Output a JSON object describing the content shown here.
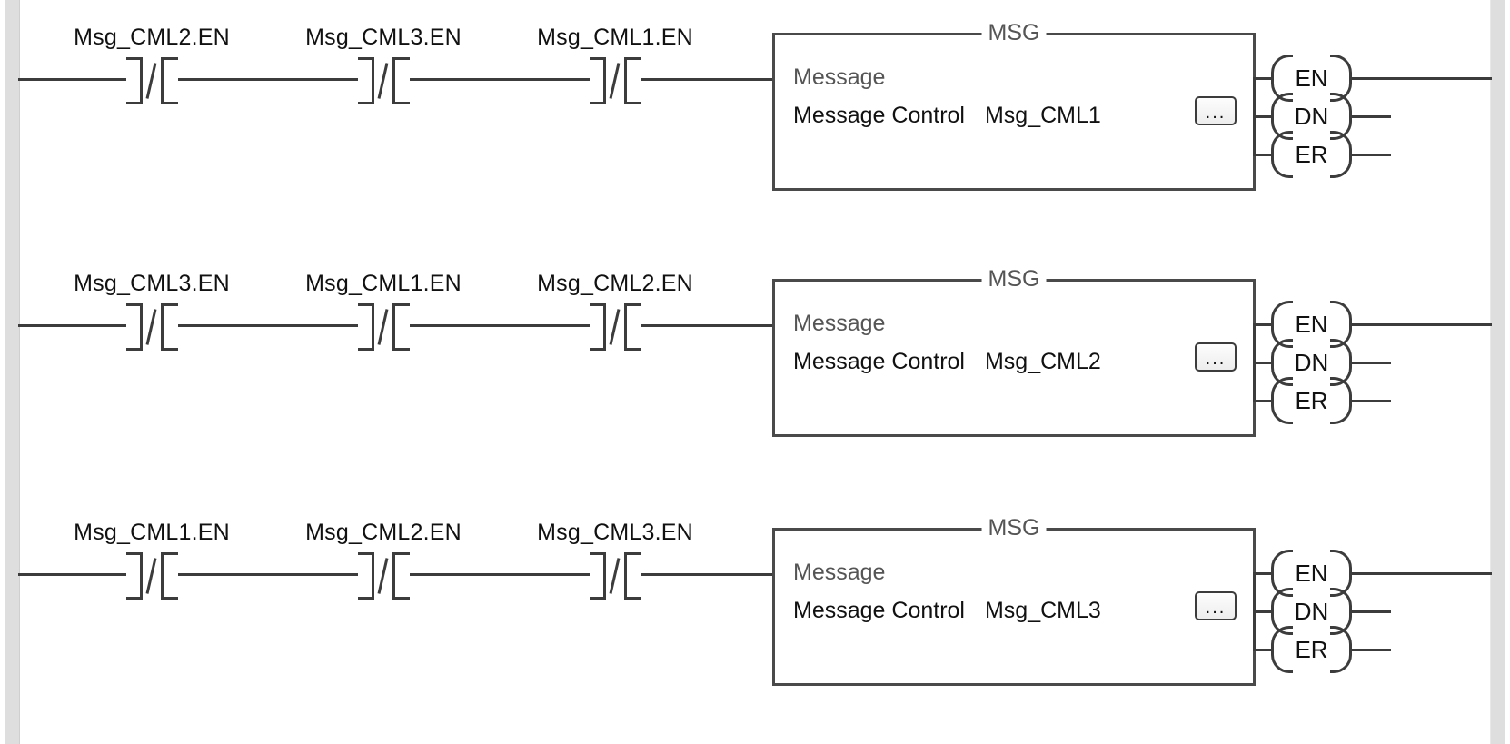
{
  "diagram": {
    "type": "plc-ladder-logic",
    "editor": "rslogix-ladder-view",
    "colors": {
      "wire": "#3c3c3c",
      "rail": "#dedede",
      "highlight": "#d4d4d4",
      "text": "#111111",
      "dim_text": "#555555"
    }
  },
  "rungs": [
    {
      "id": "rung-1",
      "contacts": [
        {
          "tag": "Msg_CML2.EN",
          "type": "XIO"
        },
        {
          "tag": "Msg_CML3.EN",
          "type": "XIO"
        },
        {
          "tag": "Msg_CML1.EN",
          "type": "XIO"
        }
      ],
      "block": {
        "title": "MSG",
        "operation": "Message",
        "control_label": "Message Control",
        "control_tag": "Msg_CML1",
        "browse_button": "...",
        "browse_icon": "ellipsis-button-icon"
      },
      "coils": [
        {
          "name": "EN",
          "highlighted": true
        },
        {
          "name": "DN",
          "highlighted": false
        },
        {
          "name": "ER",
          "highlighted": false
        }
      ]
    },
    {
      "id": "rung-2",
      "contacts": [
        {
          "tag": "Msg_CML3.EN",
          "type": "XIO"
        },
        {
          "tag": "Msg_CML1.EN",
          "type": "XIO"
        },
        {
          "tag": "Msg_CML2.EN",
          "type": "XIO"
        }
      ],
      "block": {
        "title": "MSG",
        "operation": "Message",
        "control_label": "Message Control",
        "control_tag": "Msg_CML2",
        "browse_button": "...",
        "browse_icon": "ellipsis-button-icon"
      },
      "coils": [
        {
          "name": "EN",
          "highlighted": true
        },
        {
          "name": "DN",
          "highlighted": false
        },
        {
          "name": "ER",
          "highlighted": false
        }
      ]
    },
    {
      "id": "rung-3",
      "contacts": [
        {
          "tag": "Msg_CML1.EN",
          "type": "XIO"
        },
        {
          "tag": "Msg_CML2.EN",
          "type": "XIO"
        },
        {
          "tag": "Msg_CML3.EN",
          "type": "XIO"
        }
      ],
      "block": {
        "title": "MSG",
        "operation": "Message",
        "control_label": "Message Control",
        "control_tag": "Msg_CML3",
        "browse_button": "...",
        "browse_icon": "ellipsis-button-icon"
      },
      "coils": [
        {
          "name": "EN",
          "highlighted": true
        },
        {
          "name": "DN",
          "highlighted": true
        },
        {
          "name": "ER",
          "highlighted": false
        }
      ]
    }
  ]
}
